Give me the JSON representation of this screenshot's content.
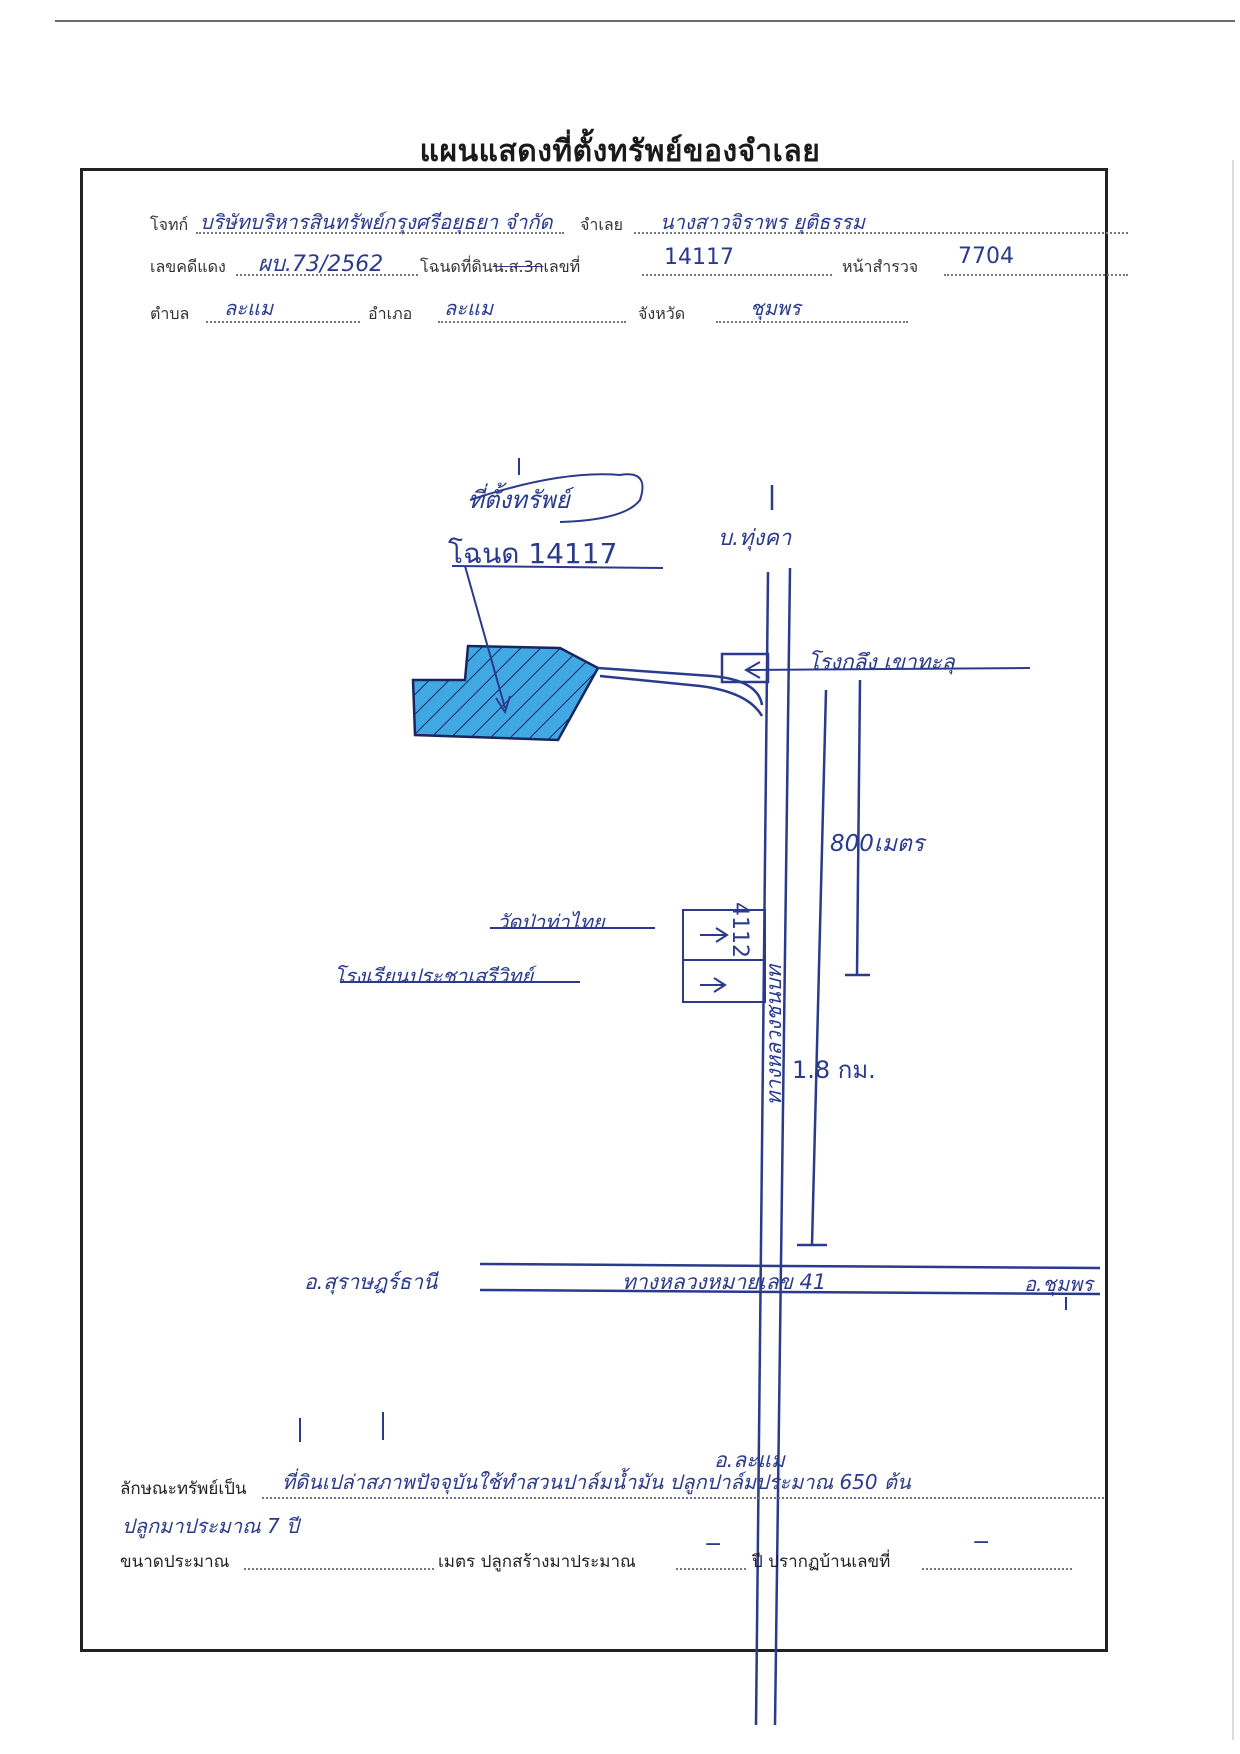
{
  "title": "แผนแสดงที่ตั้งทรัพย์ของจำเลย",
  "header": {
    "plaintiff_label": "โจทก์",
    "plaintiff_value": "บริษัทบริหารสินทรัพย์กรุงศรีอยุธยา จำกัด",
    "defendant_label": "จำเลย",
    "defendant_value": "นางสาวจิราพร ยุติธรรม",
    "red_case_label": "เลขคดีแดง",
    "red_case_value": "ผบ.73/2562",
    "deed_label_prefix": "โฉนดที่ดิน",
    "deed_label_struck": "น.ส.3ก",
    "deed_label_suffix": "เลขที่",
    "deed_value": "14117",
    "survey_label": "หน้าสำรวจ",
    "survey_value": "7704",
    "subdistrict_label": "ตำบล",
    "subdistrict_value": "ละแม",
    "district_label": "อำเภอ",
    "district_value": "ละแม",
    "province_label": "จังหวัด",
    "province_value": "ชุมพร"
  },
  "map": {
    "property_label": "ที่ตั้งทรัพย์",
    "deed_number": "โฉนด 14117",
    "north_label": "บ.ทุ่งคา",
    "factory_label": "โรงกลึง เขาทะลุ",
    "distance_800": "800เมตร",
    "road_4112": "4112",
    "road_4112_name": "ทางหลวงชนบท",
    "temple_label": "วัดป่าท่าไทย",
    "school_label": "โรงเรียนประชาเสรีวิทย์",
    "distance_1_8": "1.8 กม.",
    "west_label": "อ.สุราษฎร์ธานี",
    "highway_label": "ทางหลวงหมายเลข 41",
    "east_label": "อ.ชุมพร",
    "south_label": "อ.ละแม"
  },
  "footer": {
    "nature_label": "ลักษณะทรัพย์เป็น",
    "nature_value_1": "ที่ดินเปล่าสภาพปัจจุบันใช้ทำสวนปาล์มน้ำมัน ปลูกปาล์มประมาณ 650 ต้น",
    "nature_value_2": "ปลูกมาประมาณ 7 ปี",
    "size_label": "ขนาดประมาณ",
    "meter_label": "เมตร ปลูกสร้างมาประมาณ",
    "built_value": "−",
    "year_label": "ปี ปรากฏบ้านเลขที่",
    "house_value": "−"
  },
  "colors": {
    "ink": "#2a3a8c",
    "parcel_fill": "#2b9fe0",
    "frame": "#222222"
  }
}
